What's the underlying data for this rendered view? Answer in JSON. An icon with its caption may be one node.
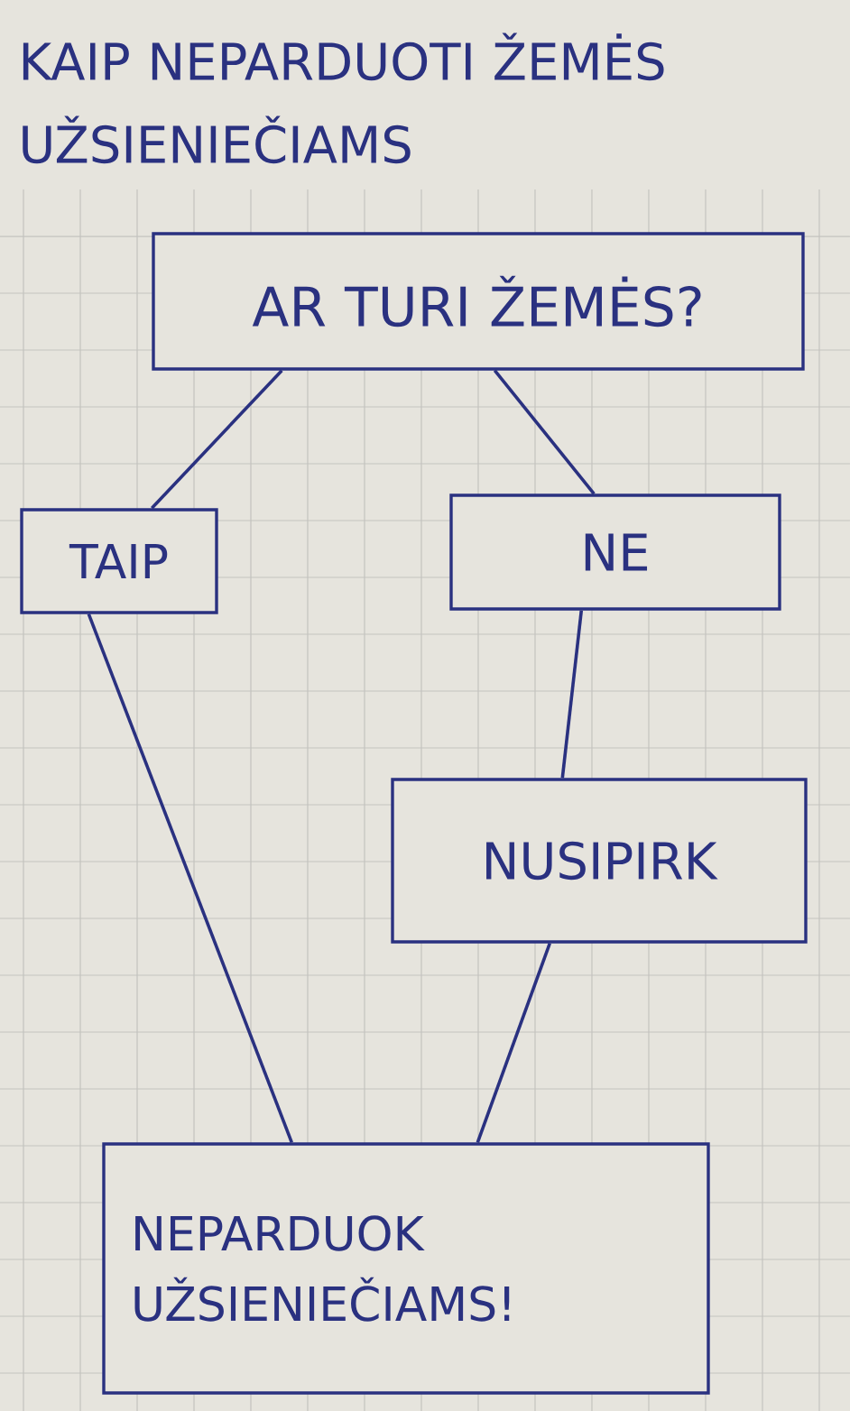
{
  "diagram": {
    "title": "KAIP NEPARDUOTI ŽEMĖS UŽSIENIEČIAMS",
    "nodes": [
      {
        "text": [
          "AR TURI ŽEMĖS?"
        ]
      },
      {
        "text": [
          "TAIP"
        ]
      },
      {
        "text": [
          "NE"
        ]
      },
      {
        "text": [
          "NUSIPIRK"
        ]
      },
      {
        "text": [
          "NEPARDUOK UŽSIENIEČIAMS!"
        ]
      }
    ],
    "edges": [
      {
        "from": 0,
        "to": 1,
        "arrow": "none"
      },
      {
        "from": 0,
        "to": 2,
        "arrow": "none"
      },
      {
        "from": 2,
        "to": 3,
        "arrow": "none"
      },
      {
        "from": 3,
        "to": 4,
        "arrow": "none"
      },
      {
        "from": 1,
        "to": 4,
        "arrow": "none"
      }
    ]
  }
}
